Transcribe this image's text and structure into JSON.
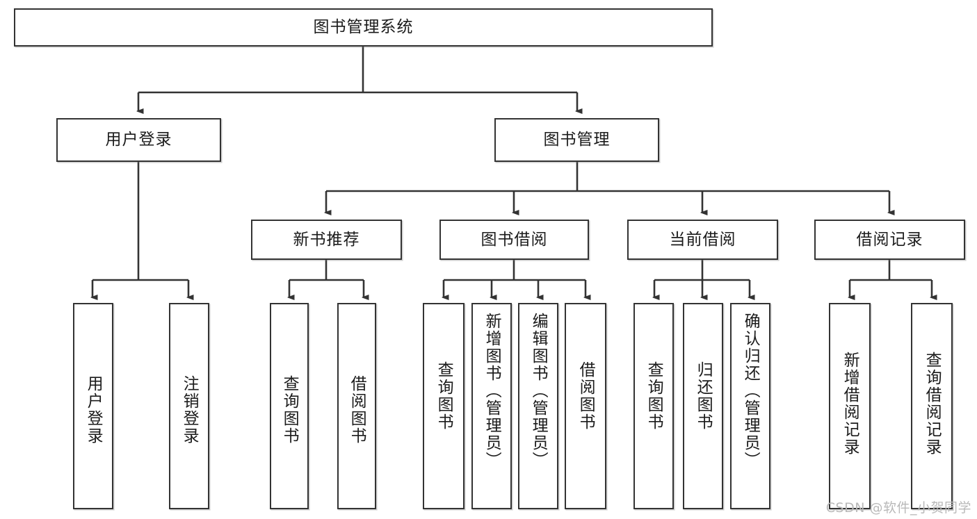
{
  "diagram": {
    "title": "图书管理系统",
    "type": "tree-hierarchy",
    "watermark": "CSDN @软件_小贺同学",
    "colors": {
      "stroke": "#333333",
      "fill": "#ffffff",
      "text": "#1b1b1b",
      "watermark": "#b9b9b9"
    }
  },
  "nodes": {
    "root": {
      "label": "图书管理系统"
    },
    "level2": [
      {
        "label": "用户登录"
      },
      {
        "label": "图书管理"
      }
    ],
    "level3": [
      {
        "label": "新书推荐"
      },
      {
        "label": "图书借阅"
      },
      {
        "label": "当前借阅"
      },
      {
        "label": "借阅记录"
      }
    ],
    "leaves": {
      "user_login": [
        {
          "label": "用户登录"
        },
        {
          "label": "注销登录"
        }
      ],
      "new_book_recommend": [
        {
          "label": "查询图书"
        },
        {
          "label": "借阅图书"
        }
      ],
      "book_borrow": [
        {
          "label": "查询图书"
        },
        {
          "label": "新增图书（管理员）"
        },
        {
          "label": "编辑图书（管理员）"
        },
        {
          "label": "借阅图书"
        }
      ],
      "current_borrow": [
        {
          "label": "查询图书"
        },
        {
          "label": "归还图书"
        },
        {
          "label": "确认归还（管理员）"
        }
      ],
      "borrow_record": [
        {
          "label": "新增借阅记录"
        },
        {
          "label": "查询借阅记录"
        }
      ]
    }
  }
}
